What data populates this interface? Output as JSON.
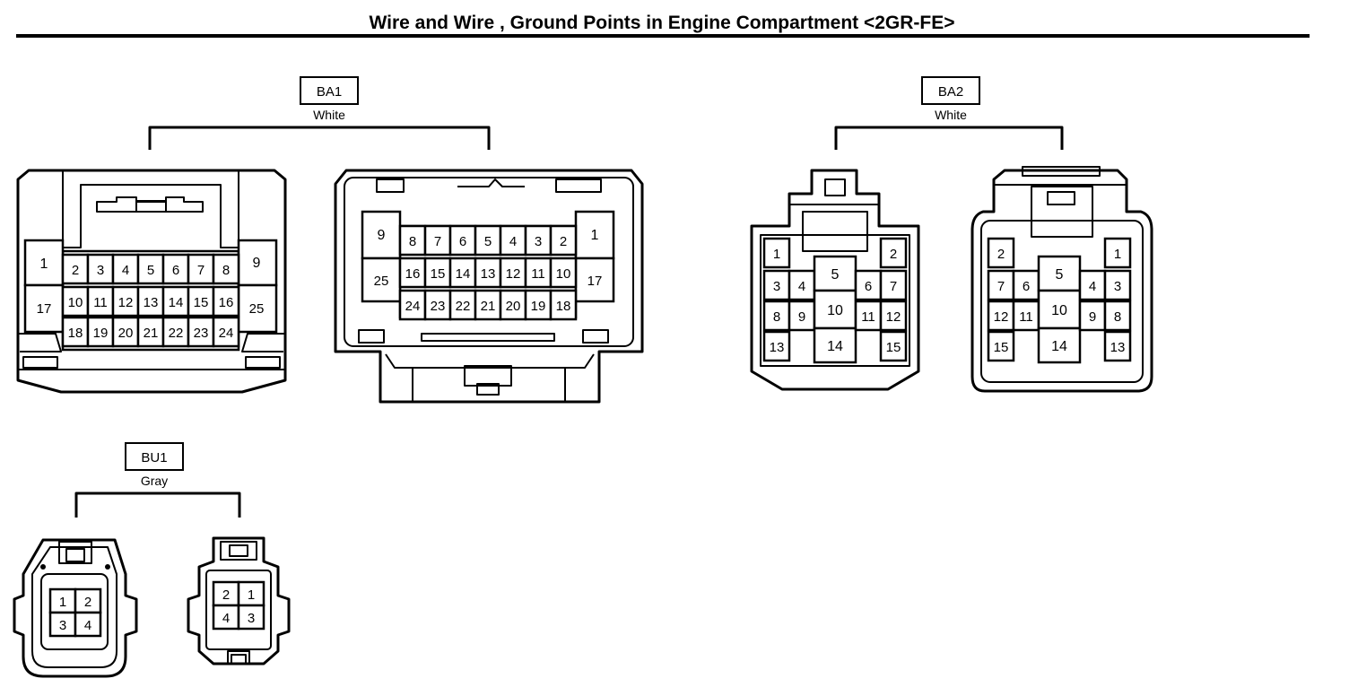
{
  "title": "Wire and Wire , Ground Points in Engine Compartment <2GR-FE>",
  "connectors": {
    "ba1": {
      "code": "BA1",
      "color": "White"
    },
    "ba2": {
      "code": "BA2",
      "color": "White"
    },
    "bu1": {
      "code": "BU1",
      "color": "Gray"
    }
  },
  "pins": {
    "ba1_left": {
      "side": [
        "1",
        "9",
        "17",
        "25"
      ],
      "row1": [
        "2",
        "3",
        "4",
        "5",
        "6",
        "7",
        "8"
      ],
      "row2": [
        "10",
        "11",
        "12",
        "13",
        "14",
        "15",
        "16"
      ],
      "row3": [
        "18",
        "19",
        "20",
        "21",
        "22",
        "23",
        "24"
      ]
    },
    "ba1_right": {
      "side": [
        "9",
        "1",
        "25",
        "17"
      ],
      "row1": [
        "8",
        "7",
        "6",
        "5",
        "4",
        "3",
        "2"
      ],
      "row2": [
        "16",
        "15",
        "14",
        "13",
        "12",
        "11",
        "10"
      ],
      "row3": [
        "24",
        "23",
        "22",
        "21",
        "20",
        "19",
        "18"
      ]
    },
    "ba2_left": {
      "outer_left": [
        "1",
        "3",
        "8",
        "13"
      ],
      "inner_left": [
        "4",
        "9"
      ],
      "center": [
        "5",
        "10",
        "14"
      ],
      "inner_right": [
        "6",
        "11"
      ],
      "outer_right": [
        "2",
        "7",
        "12",
        "15"
      ]
    },
    "ba2_right": {
      "outer_left": [
        "2",
        "7",
        "12",
        "15"
      ],
      "inner_left": [
        "6",
        "11"
      ],
      "center": [
        "5",
        "10",
        "14"
      ],
      "inner_right": [
        "4",
        "9"
      ],
      "outer_right": [
        "1",
        "3",
        "8",
        "13"
      ]
    },
    "bu1_left": [
      "1",
      "2",
      "3",
      "4"
    ],
    "bu1_right": [
      "2",
      "1",
      "4",
      "3"
    ]
  }
}
